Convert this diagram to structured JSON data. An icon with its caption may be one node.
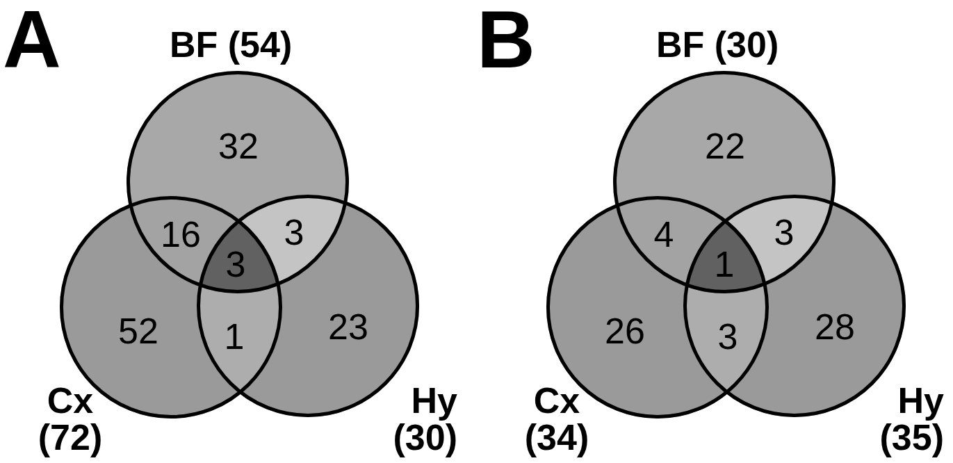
{
  "diagram": {
    "nodes": [
      {
        "text": [
          "BF (54)",
          "32"
        ]
      },
      {
        "text": [
          "Cx (72)",
          "52"
        ]
      },
      {
        "text": [
          "Hy (30)",
          "23"
        ]
      },
      {
        "text": [
          "BF (30)",
          "22"
        ]
      },
      {
        "text": [
          "Cx (34)",
          "26"
        ]
      },
      {
        "text": [
          "Hy (35)",
          "28"
        ]
      }
    ],
    "labels": [
      "A",
      "16",
      "3",
      "3",
      "1",
      "B",
      "4",
      "3",
      "1",
      "3"
    ]
  }
}
